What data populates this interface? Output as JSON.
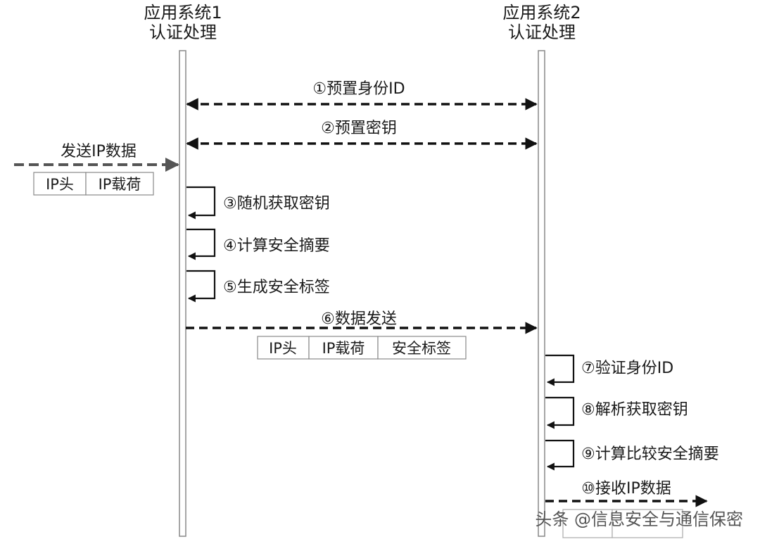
{
  "systems": {
    "sys1": {
      "name": "应用系统1",
      "role": "认证处理"
    },
    "sys2": {
      "name": "应用系统2",
      "role": "认证处理"
    }
  },
  "steps": {
    "s1": "①预置身份ID",
    "s2": "②预置密钥",
    "s3": "③随机获取密钥",
    "s4": "④计算安全摘要",
    "s5": "⑤生成安全标签",
    "s6": "⑥数据发送",
    "s7": "⑦验证身份ID",
    "s8": "⑧解析获取密钥",
    "s9": "⑨计算比较安全摘要",
    "s10": "⑩接收IP数据"
  },
  "input": {
    "label": "发送IP数据",
    "packet": [
      "IP头",
      "IP载荷"
    ]
  },
  "sent_packet": [
    "IP头",
    "IP载荷",
    "安全标签"
  ],
  "watermark": "头条 @信息安全与通信保密"
}
